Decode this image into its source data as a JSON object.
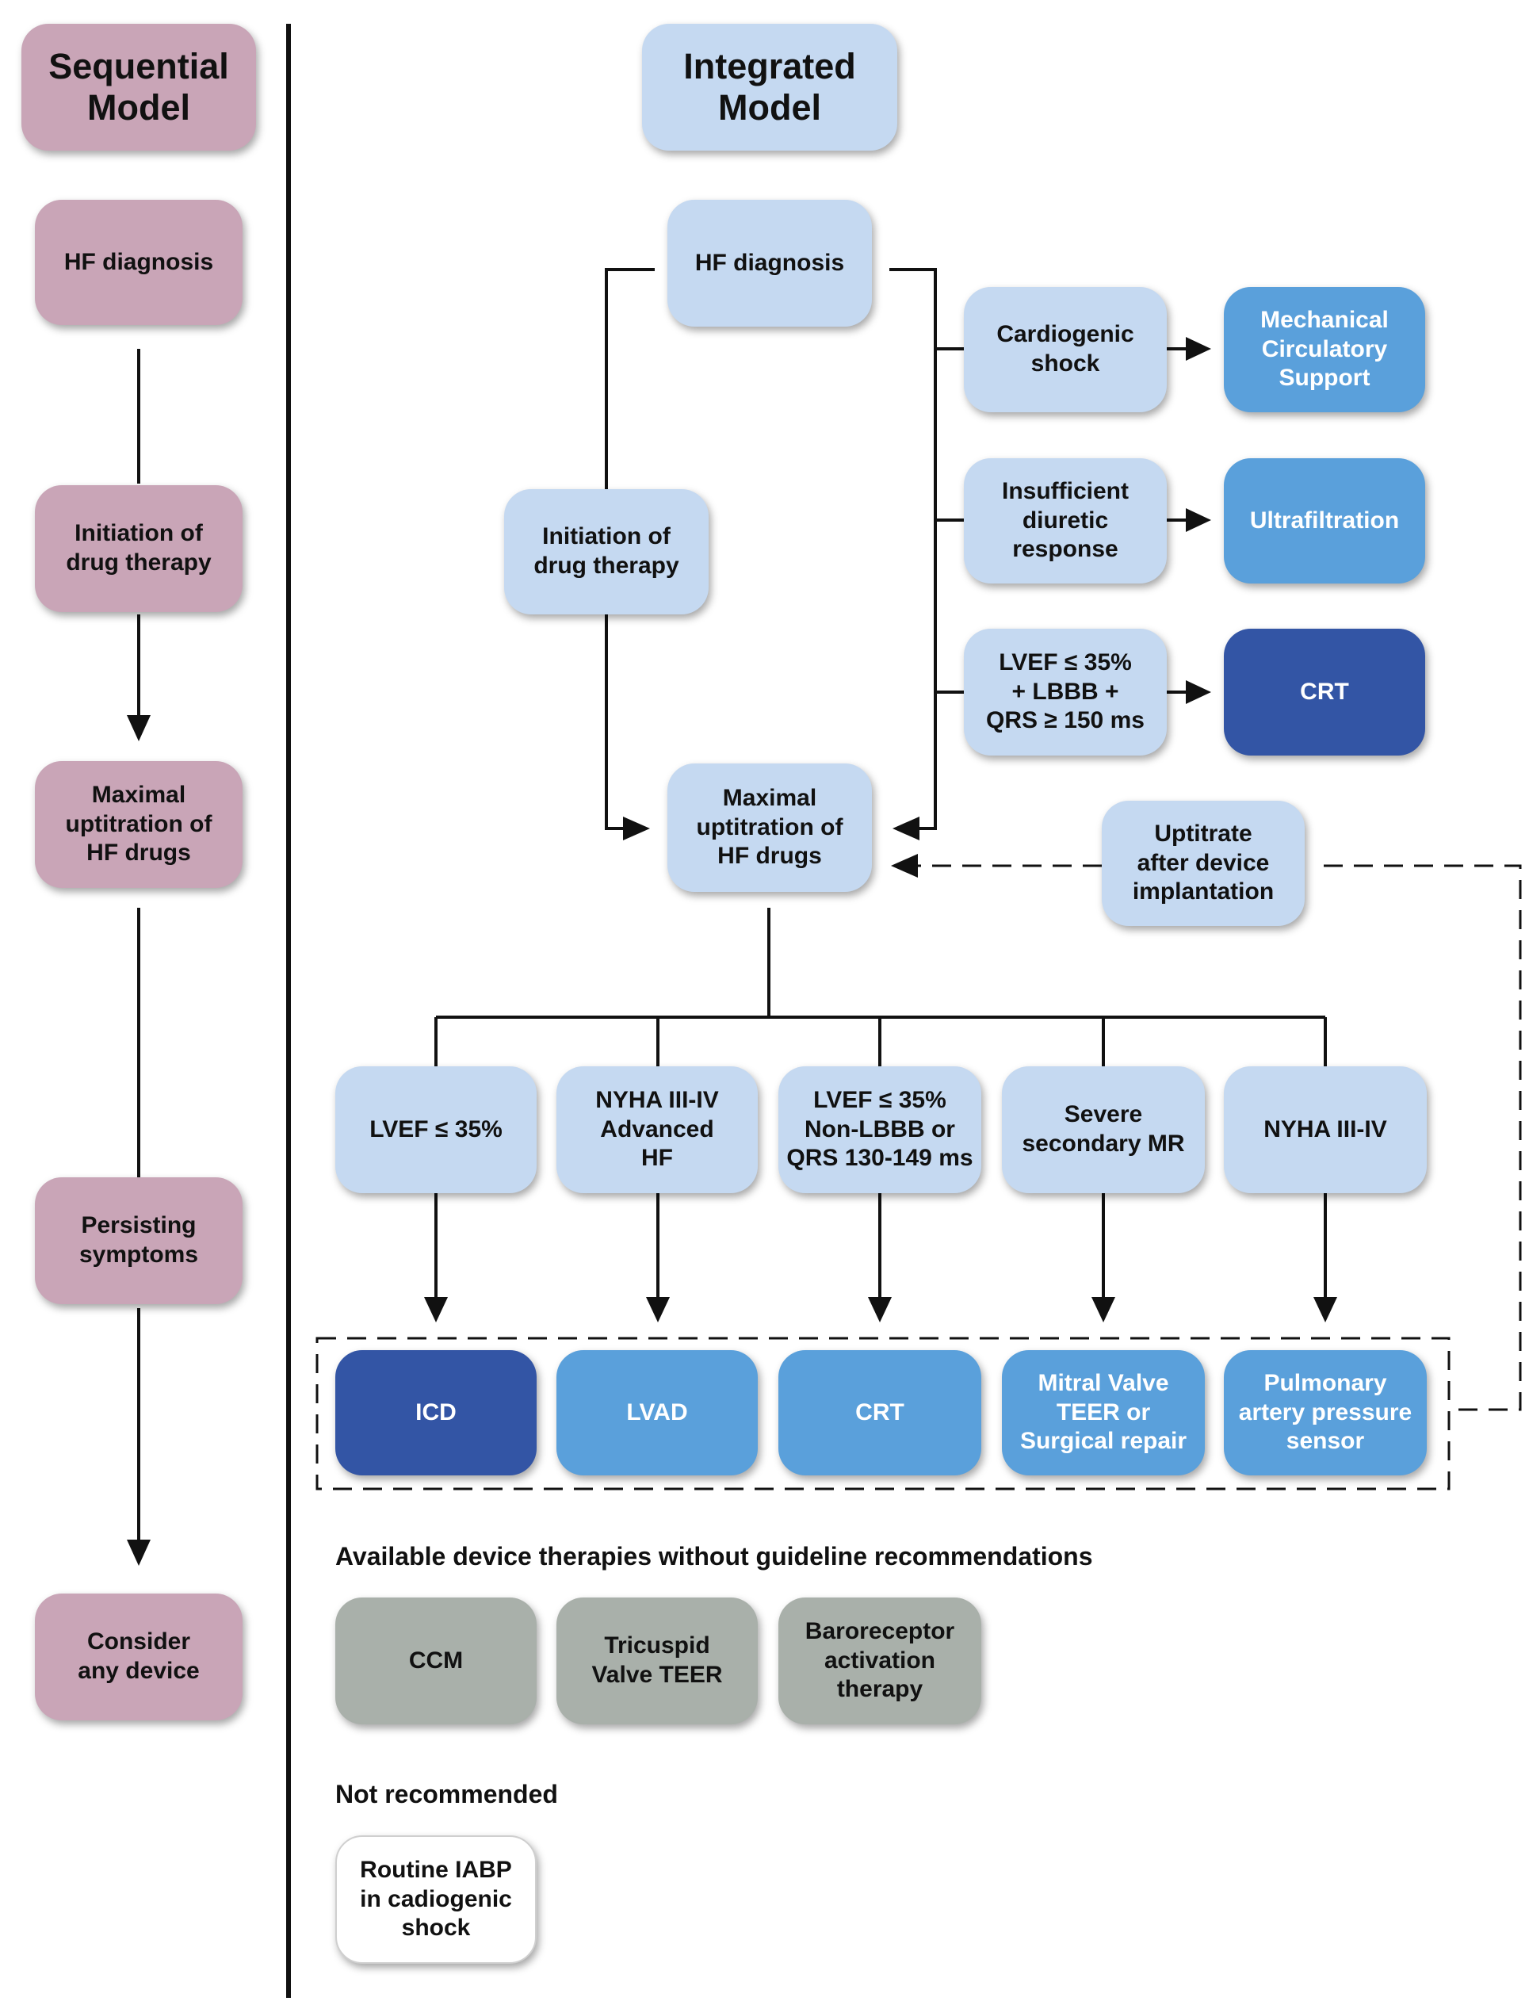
{
  "sequential": {
    "header": "Sequential\nModel",
    "steps": [
      "HF diagnosis",
      "Initiation of\ndrug therapy",
      "Maximal\nuptitration of\nHF drugs",
      "Persisting\nsymptoms",
      "Consider\nany device"
    ]
  },
  "integrated": {
    "header": "Integrated\nModel",
    "hf_diagnosis": "HF diagnosis",
    "drug_therapy": "Initiation of\ndrug therapy",
    "uptitration": "Maximal\nuptitration of\nHF drugs",
    "uptitrate_after": "Uptitrate\nafter device\nimplantation",
    "side_conditions": [
      {
        "condition": "Cardiogenic\nshock",
        "therapy": "Mechanical\nCirculatory\nSupport"
      },
      {
        "condition": "Insufficient\ndiuretic\nresponse",
        "therapy": "Ultrafiltration"
      },
      {
        "condition": "LVEF ≤ 35%\n+ LBBB +\nQRS ≥ 150 ms",
        "therapy": "CRT"
      }
    ],
    "branches": [
      {
        "condition": "LVEF ≤ 35%",
        "device": "ICD"
      },
      {
        "condition": "NYHA III-IV\nAdvanced\nHF",
        "device": "LVAD"
      },
      {
        "condition": "LVEF ≤ 35%\nNon-LBBB or\nQRS 130-149 ms",
        "device": "CRT"
      },
      {
        "condition": "Severe\nsecondary MR",
        "device": "Mitral Valve\nTEER or\nSurgical repair"
      },
      {
        "condition": "NYHA III-IV",
        "device": "Pulmonary\nartery pressure\nsensor"
      }
    ]
  },
  "no_guideline": {
    "title": "Available device therapies without guideline recommendations",
    "items": [
      "CCM",
      "Tricuspid\nValve TEER",
      "Baroreceptor\nactivation\ntherapy"
    ]
  },
  "not_recommended": {
    "title": "Not recommended",
    "items": [
      "Routine IABP\nin cadiogenic\nshock"
    ]
  },
  "colors": {
    "sequential": "#c9a5b7",
    "light_blue": "#c5d9f1",
    "medium_blue": "#5aa0db",
    "dark_blue": "#3355a5",
    "gray": "#a9b0aa"
  }
}
